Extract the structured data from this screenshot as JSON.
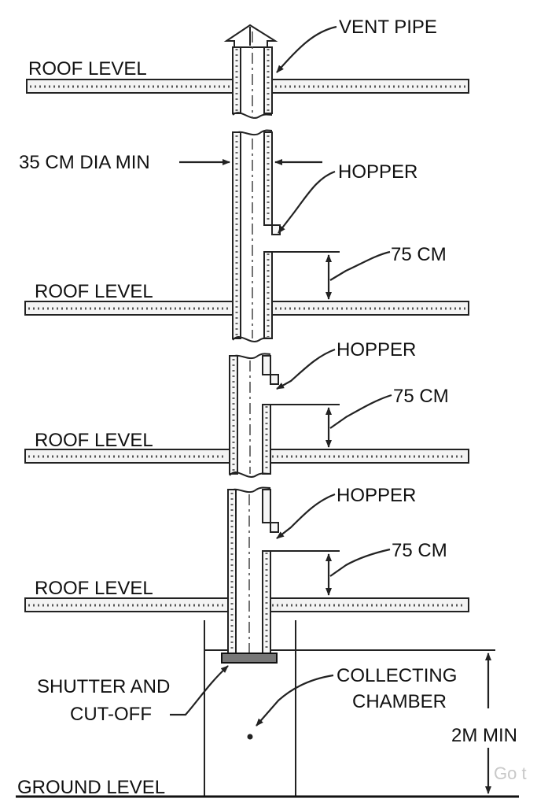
{
  "labels": {
    "vent_pipe": "VENT PIPE",
    "roof_level_1": "ROOF LEVEL",
    "roof_level_2": "ROOF LEVEL",
    "roof_level_3": "ROOF LEVEL",
    "roof_level_4": "ROOF LEVEL",
    "dia": "35 CM DIA MIN",
    "hopper_1": "HOPPER",
    "hopper_2": "HOPPER",
    "hopper_3": "HOPPER",
    "dim_1": "75 CM",
    "dim_2": "75 CM",
    "dim_3": "75 CM",
    "shutter_line1": "SHUTTER AND",
    "shutter_line2": "CUT-OFF",
    "chamber_line1": "COLLECTING",
    "chamber_line2": "CHAMBER",
    "height": "2M MIN",
    "ground_level": "GROUND LEVEL",
    "watermark": "Go t"
  }
}
